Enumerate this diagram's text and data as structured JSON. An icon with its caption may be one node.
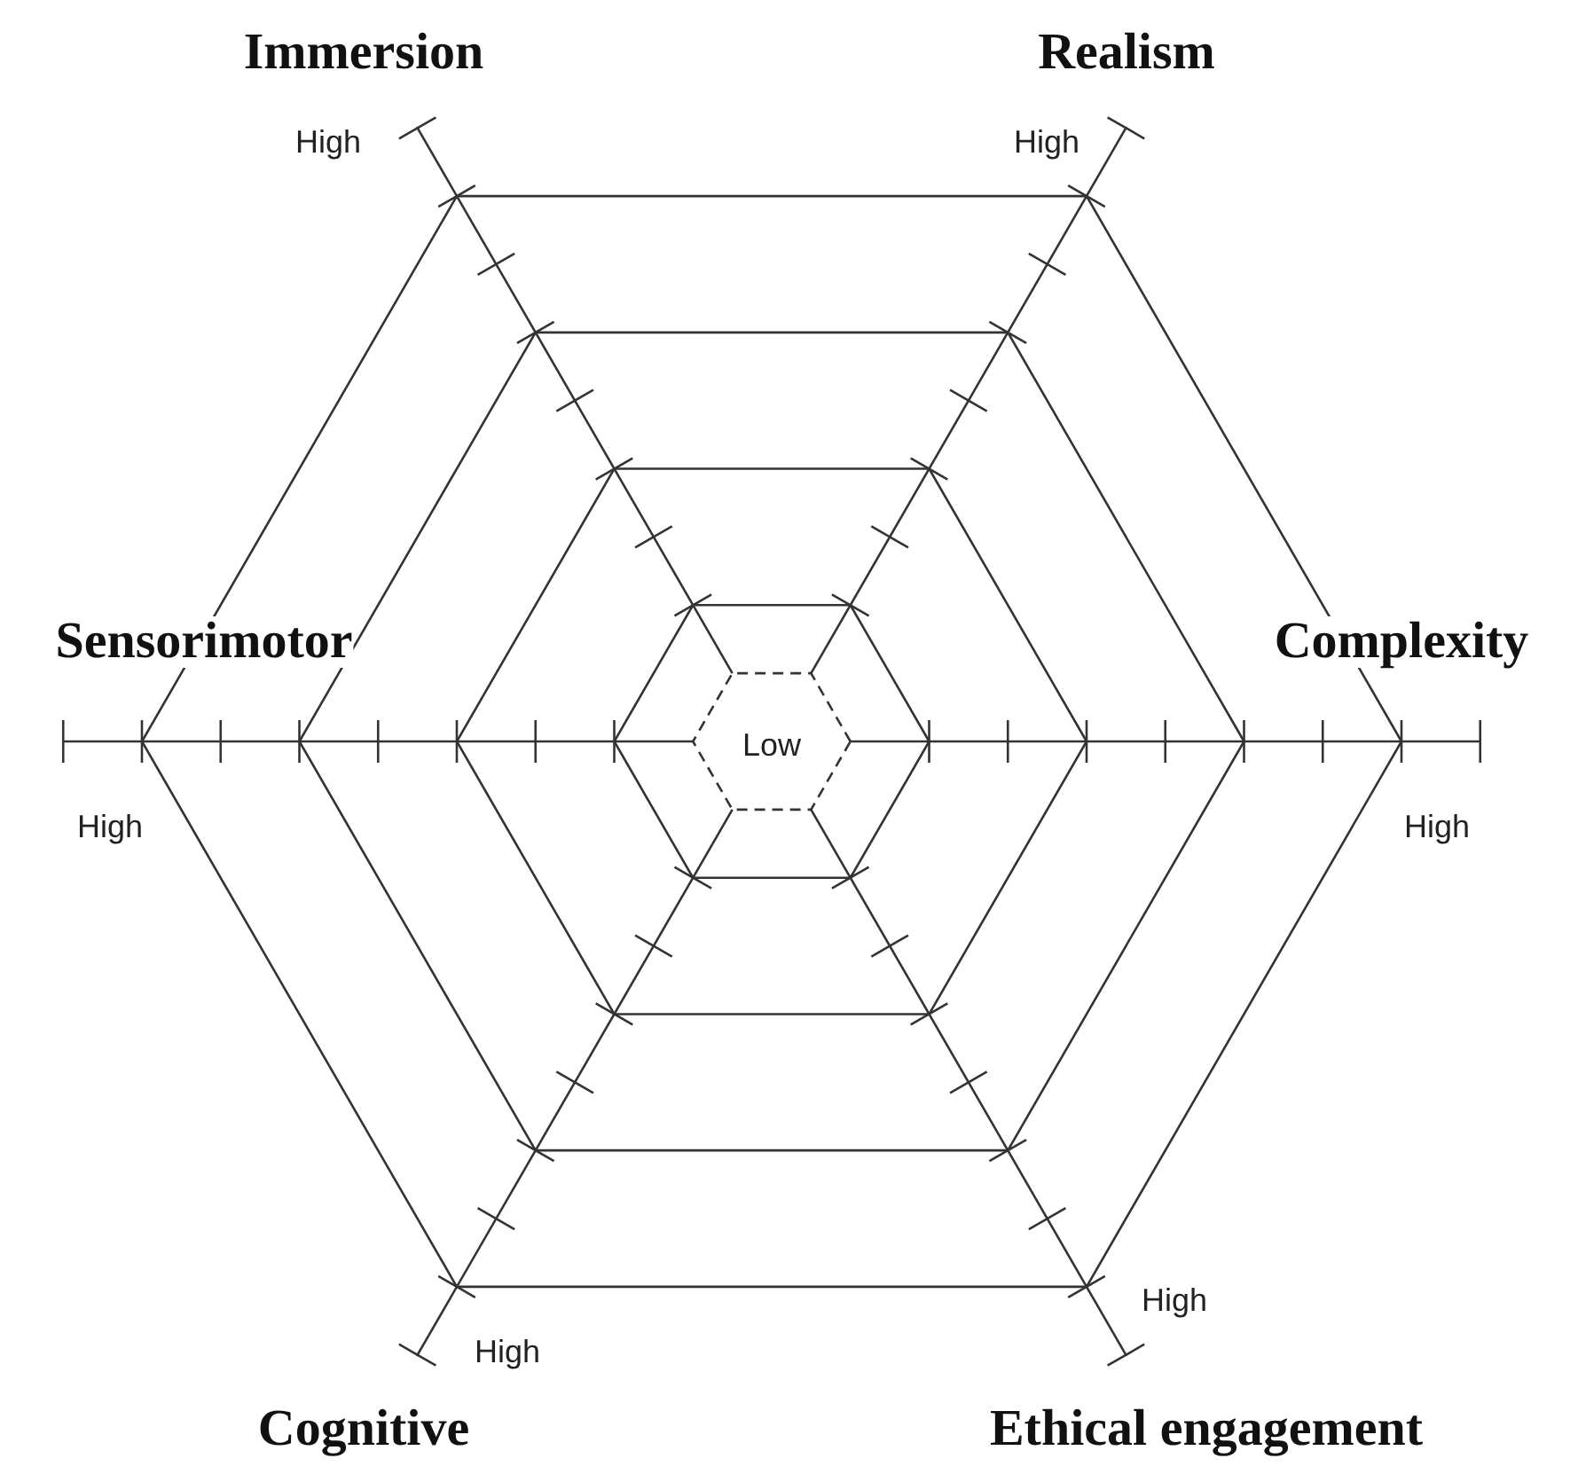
{
  "diagram": {
    "labels": [
      "Immersion",
      "Realism",
      "High",
      "High",
      "Sensorimotor",
      "Complexity",
      "Low",
      "High",
      "High",
      "High",
      "High",
      "Cognitive",
      "Ethical engagement"
    ]
  }
}
